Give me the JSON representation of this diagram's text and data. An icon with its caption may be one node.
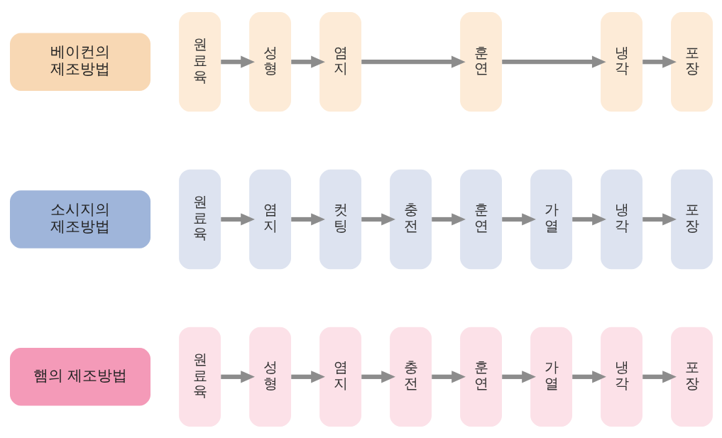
{
  "diagram": {
    "nodes": [
      {
        "text": [
          "햄의 제조방법"
        ]
      },
      {
        "text": [
          "원료육"
        ]
      },
      {
        "text": [
          "성형"
        ]
      },
      {
        "text": [
          "염지"
        ]
      },
      {
        "text": [
          "충전"
        ]
      },
      {
        "text": [
          "훈연"
        ]
      },
      {
        "text": [
          "가열"
        ]
      },
      {
        "text": [
          "냉각"
        ]
      },
      {
        "text": [
          "포장"
        ]
      },
      {
        "text": [
          "소시지의 제조방법"
        ]
      },
      {
        "text": [
          "원료육"
        ]
      },
      {
        "text": [
          "염지"
        ]
      },
      {
        "text": [
          "컷팅"
        ]
      },
      {
        "text": [
          "충전"
        ]
      },
      {
        "text": [
          "훈연"
        ]
      },
      {
        "text": [
          "가열"
        ]
      },
      {
        "text": [
          "냉각"
        ]
      },
      {
        "text": [
          "포장"
        ]
      },
      {
        "text": [
          "베이컨의 제조방법"
        ]
      },
      {
        "text": [
          "원료육"
        ]
      },
      {
        "text": [
          "성형"
        ]
      },
      {
        "text": [
          "염지"
        ]
      },
      {
        "text": [
          "훈연"
        ]
      },
      {
        "text": [
          "냉각"
        ]
      },
      {
        "text": [
          "포장"
        ]
      }
    ],
    "edges": [
      {
        "from": 1,
        "to": 2,
        "arrow": "to"
      },
      {
        "from": 2,
        "to": 3,
        "arrow": "to"
      },
      {
        "from": 3,
        "to": 4,
        "arrow": "to"
      },
      {
        "from": 4,
        "to": 5,
        "arrow": "to"
      },
      {
        "from": 5,
        "to": 6,
        "arrow": "to"
      },
      {
        "from": 6,
        "to": 7,
        "arrow": "to"
      },
      {
        "from": 7,
        "to": 8,
        "arrow": "to"
      },
      {
        "from": 10,
        "to": 11,
        "arrow": "to"
      },
      {
        "from": 11,
        "to": 12,
        "arrow": "to"
      },
      {
        "from": 12,
        "to": 13,
        "arrow": "to"
      },
      {
        "from": 13,
        "to": 14,
        "arrow": "to"
      },
      {
        "from": 14,
        "to": 15,
        "arrow": "to"
      },
      {
        "from": 15,
        "to": 16,
        "arrow": "to"
      },
      {
        "from": 16,
        "to": 17,
        "arrow": "to"
      },
      {
        "from": 19,
        "to": 20,
        "arrow": "to"
      },
      {
        "from": 20,
        "to": 21,
        "arrow": "to"
      },
      {
        "from": 21,
        "to": 22,
        "arrow": "to"
      },
      {
        "from": 22,
        "to": 23,
        "arrow": "to"
      },
      {
        "from": 23,
        "to": 24,
        "arrow": "to"
      }
    ]
  }
}
